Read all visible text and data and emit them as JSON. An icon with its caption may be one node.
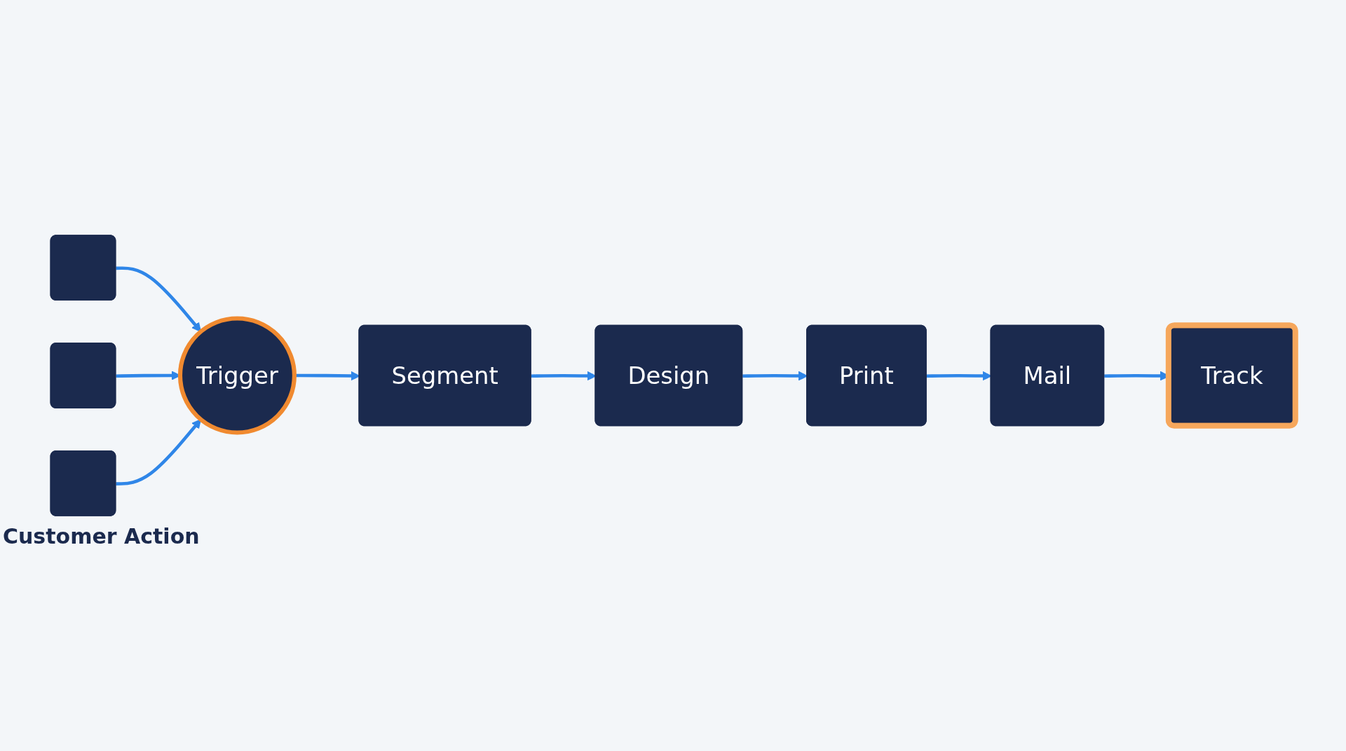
{
  "diagram": {
    "nodes": [
      {
        "text": [],
        "shape": "box"
      },
      {
        "text": [],
        "shape": "box"
      },
      {
        "text": [],
        "shape": "box"
      },
      {
        "text": [
          "Trigger"
        ]
      },
      {
        "text": [
          "Segment"
        ]
      },
      {
        "text": [
          "Design"
        ]
      },
      {
        "text": [
          "Print"
        ]
      },
      {
        "text": [
          "Mail"
        ]
      },
      {
        "text": [
          "Track"
        ]
      }
    ],
    "edges": [
      {
        "from": 0,
        "to": 3,
        "arrow": "to"
      },
      {
        "from": 1,
        "to": 3,
        "arrow": "to"
      },
      {
        "from": 2,
        "to": 3,
        "arrow": "to"
      },
      {
        "from": 3,
        "to": 4,
        "arrow": "to"
      },
      {
        "from": 4,
        "to": 5,
        "arrow": "to"
      },
      {
        "from": 5,
        "to": 6,
        "arrow": "to"
      },
      {
        "from": 6,
        "to": 7,
        "arrow": "to"
      },
      {
        "from": 7,
        "to": 8,
        "arrow": "to"
      }
    ],
    "labels": [
      "Customer Action"
    ]
  }
}
